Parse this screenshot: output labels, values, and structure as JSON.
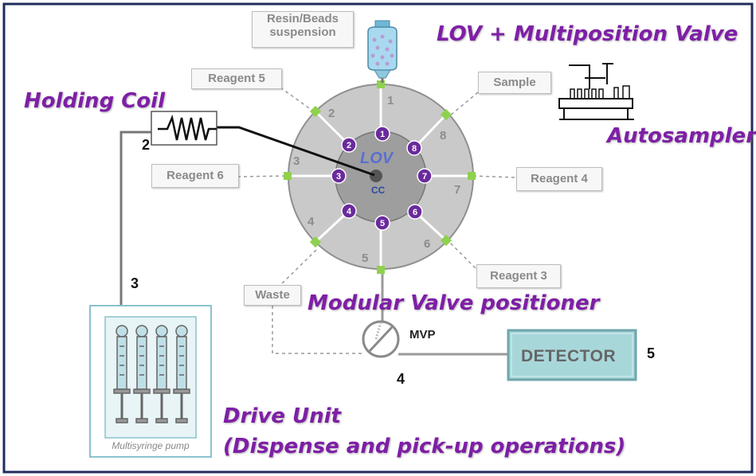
{
  "headings": {
    "lov_mpv": "LOV + Multiposition Valve",
    "holding_coil": "Holding Coil",
    "autosampler": "Autosampler",
    "mvp_full": "Modular Valve positioner",
    "drive_unit": "Drive Unit",
    "drive_unit_sub": "(Dispense and pick-up operations)"
  },
  "center": {
    "lov": "LOV",
    "cc": "CC"
  },
  "ports": [
    "1",
    "2",
    "3",
    "4",
    "5",
    "6",
    "7",
    "8"
  ],
  "ring_numbers": [
    "1",
    "2",
    "3",
    "4",
    "5",
    "6",
    "7",
    "8"
  ],
  "reagent_labels": {
    "resin": "Resin/Beads\nsuspension",
    "reagent5": "Reagent 5",
    "sample": "Sample",
    "reagent6": "Reagent 6",
    "reagent4": "Reagent 4",
    "reagent3": "Reagent 3",
    "waste": "Waste"
  },
  "component_numbers": {
    "coil": "2",
    "pump": "3",
    "mvp": "4",
    "detector": "5"
  },
  "mvp_label": "MVP",
  "detector_label": "DETECTOR",
  "pump_caption": "Multisyringe pump",
  "colors": {
    "accent_purple": "#7e1fa6",
    "port_purple": "#6a2a9c",
    "connector_green": "#8fd14f",
    "valve_gray": "#c9c9c9",
    "inner_gray": "#9e9e9e",
    "detector_teal": "#a8d7da"
  },
  "icons": [
    "coil-icon",
    "bottle-icon",
    "autosampler-icon",
    "syringe-icon",
    "valve-icon"
  ]
}
